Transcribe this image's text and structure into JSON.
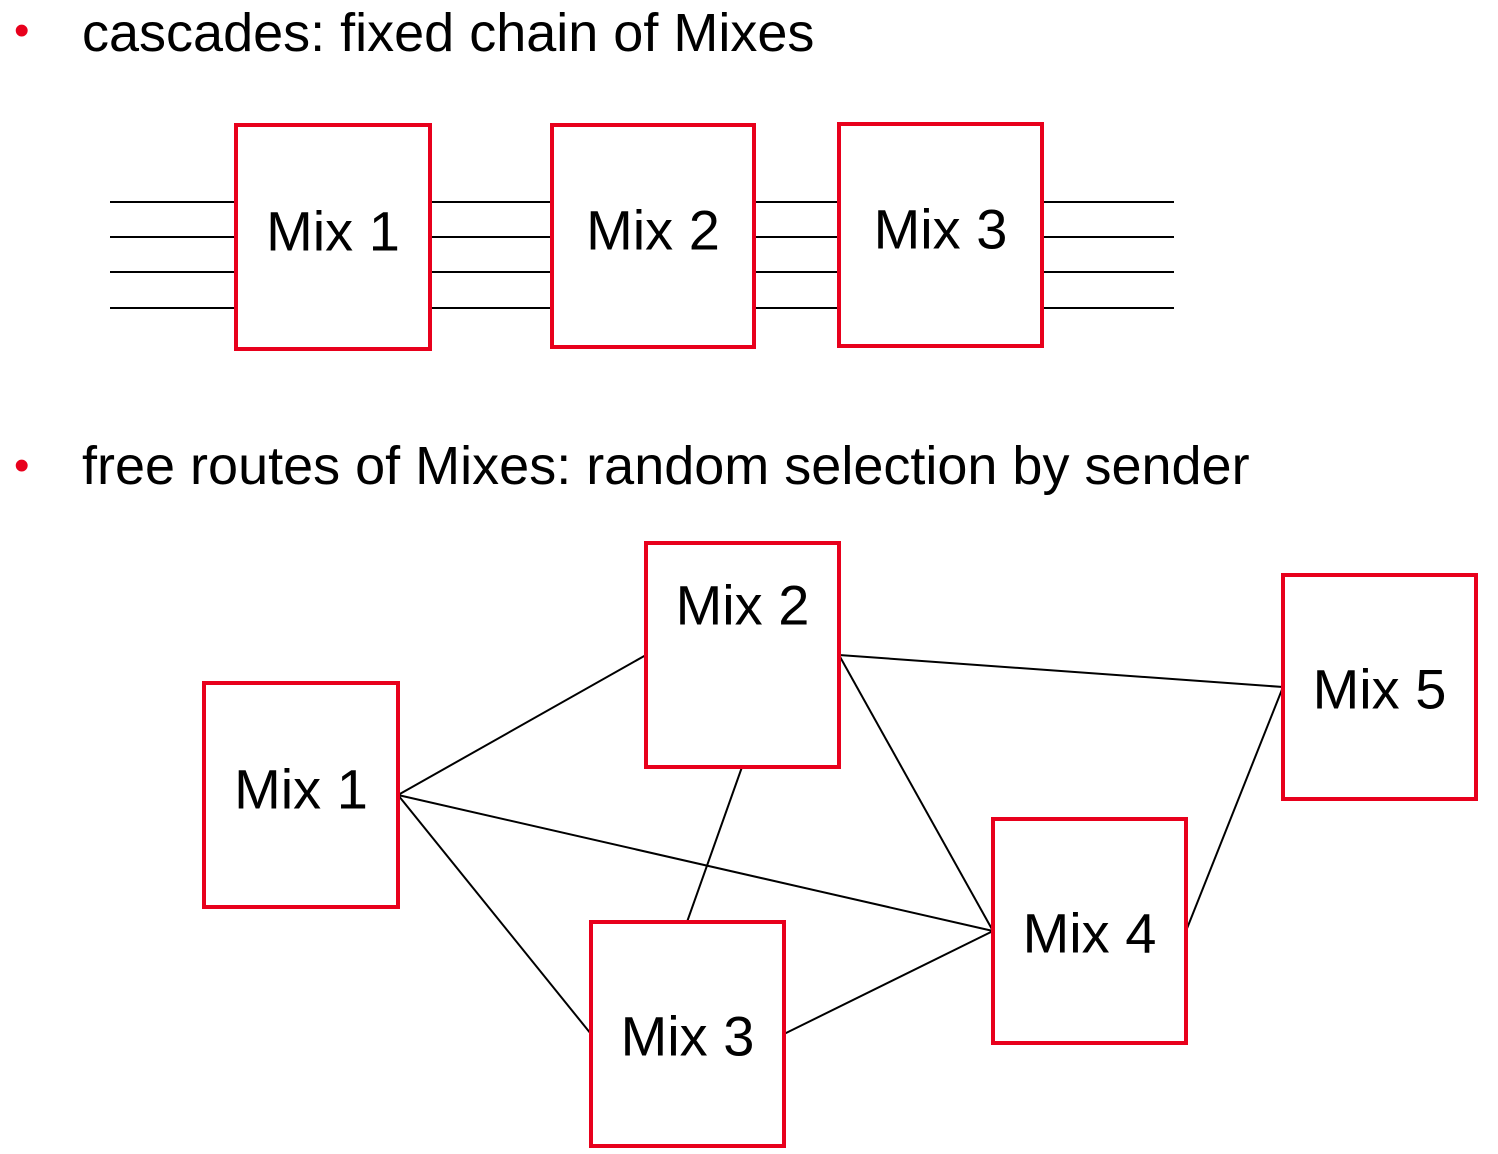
{
  "colors": {
    "accent": "#e8001c",
    "line": "#000000",
    "text": "#000000"
  },
  "bullets": [
    {
      "marker": "•",
      "text": "cascades: fixed chain of Mixes"
    },
    {
      "marker": "•",
      "text": "free routes of Mixes: random selection by sender"
    }
  ],
  "cascade": {
    "mixes": [
      {
        "id": "m1",
        "label": "Mix 1"
      },
      {
        "id": "m2",
        "label": "Mix 2"
      },
      {
        "id": "m3",
        "label": "Mix 3"
      }
    ],
    "parallel_lines": 4
  },
  "free_routes": {
    "mixes": [
      {
        "id": "f1",
        "label": "Mix 1"
      },
      {
        "id": "f2",
        "label": "Mix 2"
      },
      {
        "id": "f3",
        "label": "Mix 3"
      },
      {
        "id": "f4",
        "label": "Mix 4"
      },
      {
        "id": "f5",
        "label": "Mix 5"
      }
    ],
    "links": [
      [
        "f1",
        "f2"
      ],
      [
        "f1",
        "f3"
      ],
      [
        "f1",
        "f4"
      ],
      [
        "f2",
        "f3"
      ],
      [
        "f2",
        "f4"
      ],
      [
        "f2",
        "f5"
      ],
      [
        "f3",
        "f4"
      ],
      [
        "f4",
        "f5"
      ]
    ]
  }
}
